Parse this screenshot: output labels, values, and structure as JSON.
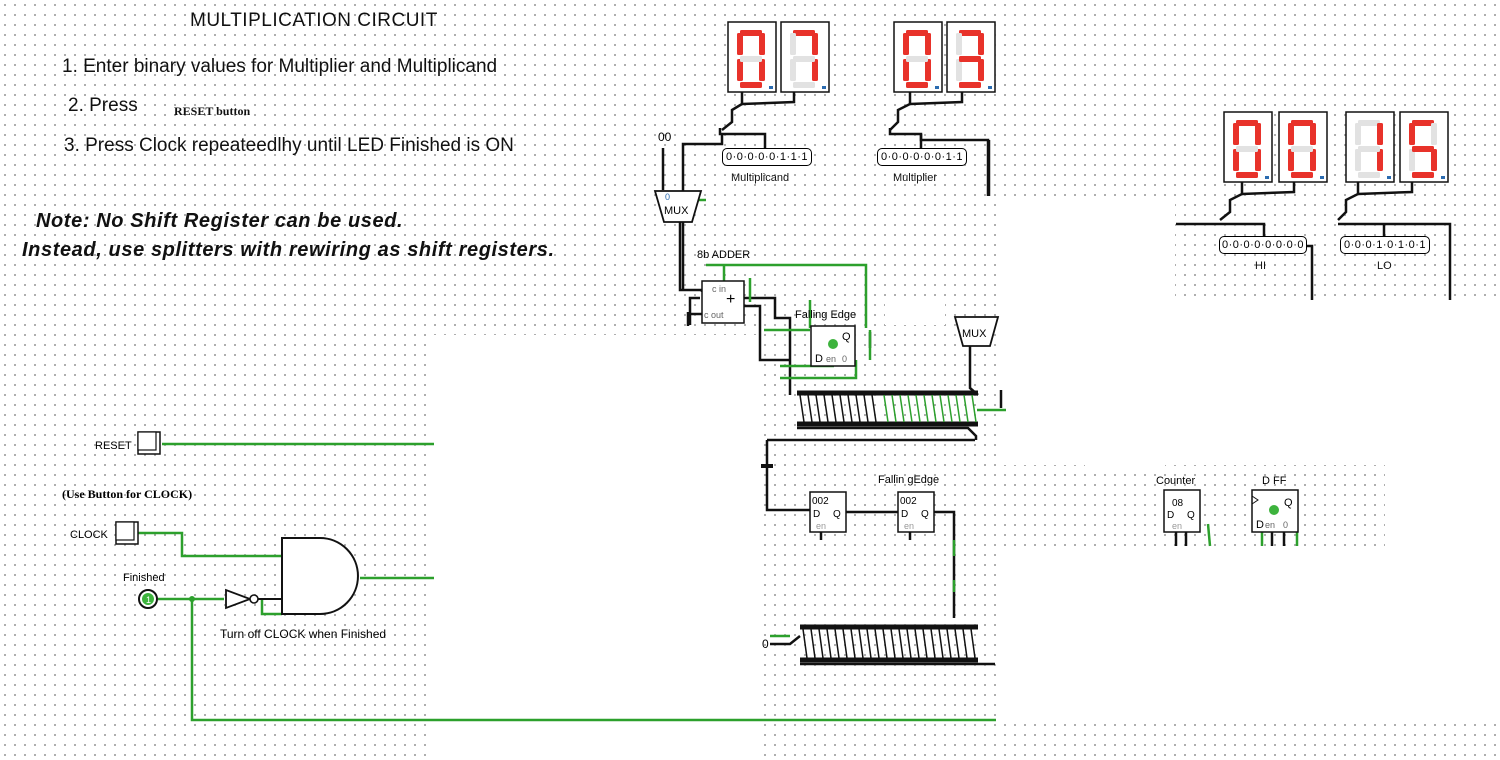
{
  "title": "MULTIPLICATION CIRCUIT",
  "instructions": {
    "step1": "1. Enter binary values for Multiplier and Multiplicand",
    "step2": "2. Press",
    "step2_button": "RESET button",
    "step3": "3. Press Clock repeateedlhy until LED Finished is ON"
  },
  "note": {
    "line1": "Note: No Shift Register can be used.",
    "line2": "Instead, use splitters with rewiring as shift registers."
  },
  "displays": {
    "multiplicand_hex": [
      "0",
      "7"
    ],
    "multiplier_hex": [
      "0",
      "3"
    ],
    "hi_hex": [
      "0",
      "0"
    ],
    "lo_hex": [
      "1",
      "5"
    ]
  },
  "registers": {
    "multiplicand": {
      "bits": "0·0·0·0·0·1·1·1",
      "label": "Multiplicand"
    },
    "multiplier": {
      "bits": "0·0·0·0·0·0·1·1",
      "label": "Multiplier"
    },
    "hi": {
      "bits": "0·0·0·0·0·0·0·0",
      "label": "HI"
    },
    "lo": {
      "bits": "0·0·0·1·0·1·0·1",
      "label": "LO"
    }
  },
  "components": {
    "mux_const": "00",
    "mux_label": "MUX",
    "adder_title": "8b ADDER",
    "adder_cin": "c in",
    "adder_cout": "c out",
    "adder_plus": "+",
    "falling_edge_1": "Falling Edge",
    "falling_edge_2": "Fallin gEdge",
    "ff_q": "Q",
    "ff_d": "D",
    "ff_en": "en",
    "ff_zero": "0",
    "ff_value": "002",
    "counter_label": "Counter",
    "counter_value": "08",
    "dff_label": "D FF",
    "shift_zero": "0"
  },
  "controls": {
    "reset_label": "RESET",
    "clock_note": "(Use Button for CLOCK)",
    "clock_label": "CLOCK",
    "finished_label": "Finished",
    "finished_led_value": "1",
    "not_gate_caption": "Turn off CLOCK when Finished"
  },
  "colors": {
    "wire_on": "#2ca02c",
    "wire_off": "#111111",
    "segment_on": "#e8322a",
    "segment_off": "#e2e2e2",
    "led_on": "#3db33d"
  }
}
